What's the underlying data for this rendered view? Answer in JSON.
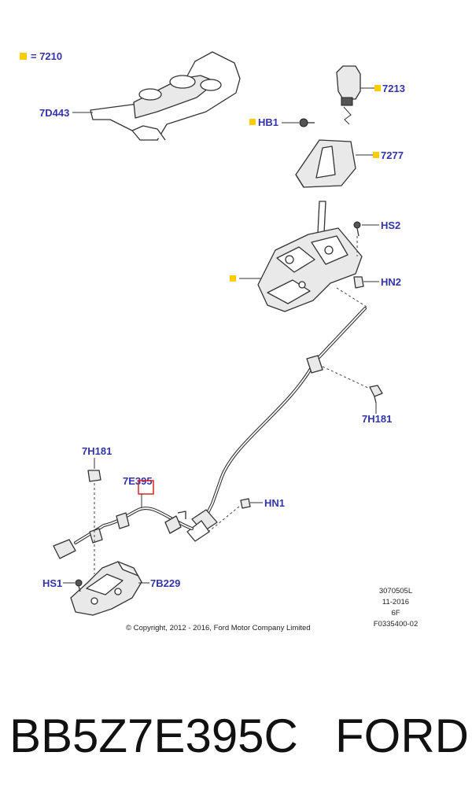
{
  "legend": {
    "text": "= 7210",
    "marker_color": "#ffcc00"
  },
  "callouts": {
    "c_7D443": "7D443",
    "c_7213": "7213",
    "c_HB1": "HB1",
    "c_7277": "7277",
    "c_HS2": "HS2",
    "c_HN2": "HN2",
    "c_7H181_right": "7H181",
    "c_7H181_left": "7H181",
    "c_7E395": "7E395",
    "c_HN1": "HN1",
    "c_HS1": "HS1",
    "c_7B229": "7B229"
  },
  "colors": {
    "callout_text": "#3333aa",
    "highlight_box": "#dd2222",
    "marker": "#ffcc00"
  },
  "info_block": [
    "3070505L",
    "11-2016",
    "6F",
    "F0335400-02"
  ],
  "copyright": "© Copyright, 2012 - 2016, Ford Motor Company Limited",
  "footer": {
    "part_number": "BB5Z7E395C",
    "brand": "FORD"
  }
}
